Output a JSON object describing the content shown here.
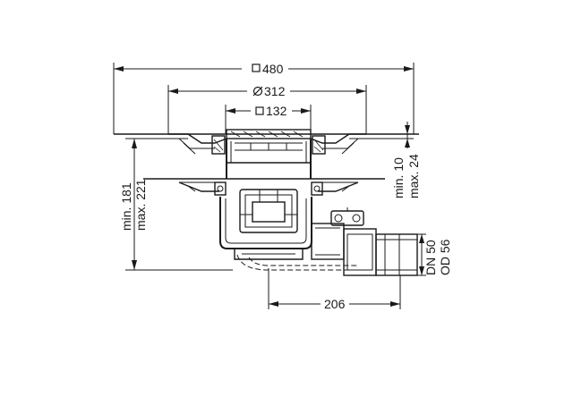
{
  "dimensions": {
    "top_square": "480",
    "diameter": "312",
    "inner_square": "132",
    "height_min": "min. 181",
    "height_max": "max. 221",
    "offset_min": "min. 10",
    "offset_max": "max. 24",
    "outlet_dn": "DN 50",
    "outlet_od": "OD 56",
    "outlet_length": "206"
  },
  "icons": {
    "square_symbol": "square-dimension-icon",
    "diameter_symbol": "diameter-icon"
  }
}
